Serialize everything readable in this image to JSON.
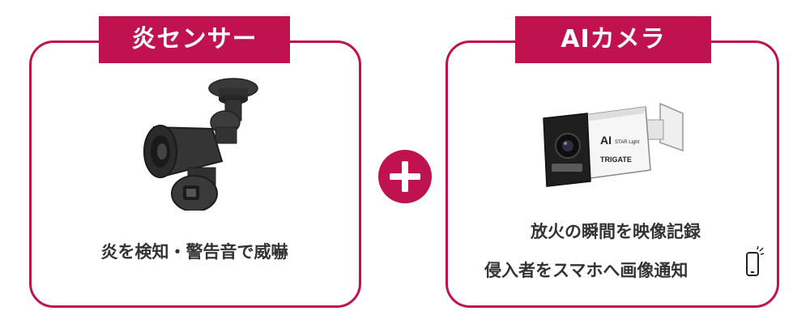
{
  "colors": {
    "accent": "#c0124f",
    "text": "#333333",
    "background": "#ffffff"
  },
  "left_card": {
    "title": "炎センサー",
    "caption": "炎を検知・警告音で威嚇",
    "image_icon": "flame-sensor-device-icon"
  },
  "right_card": {
    "title": "AIカメラ",
    "caption_line1": "放火の瞬間を映像記録",
    "caption_line2": "侵入者をスマホへ画像通知",
    "camera_label_ai": "AI",
    "camera_label_star": "STAR Light",
    "camera_brand": "TRIGATE",
    "image_icon": "ai-bullet-camera-icon",
    "phone_icon": "smartphone-notification-icon"
  },
  "plus_icon": "plus-circle-icon"
}
